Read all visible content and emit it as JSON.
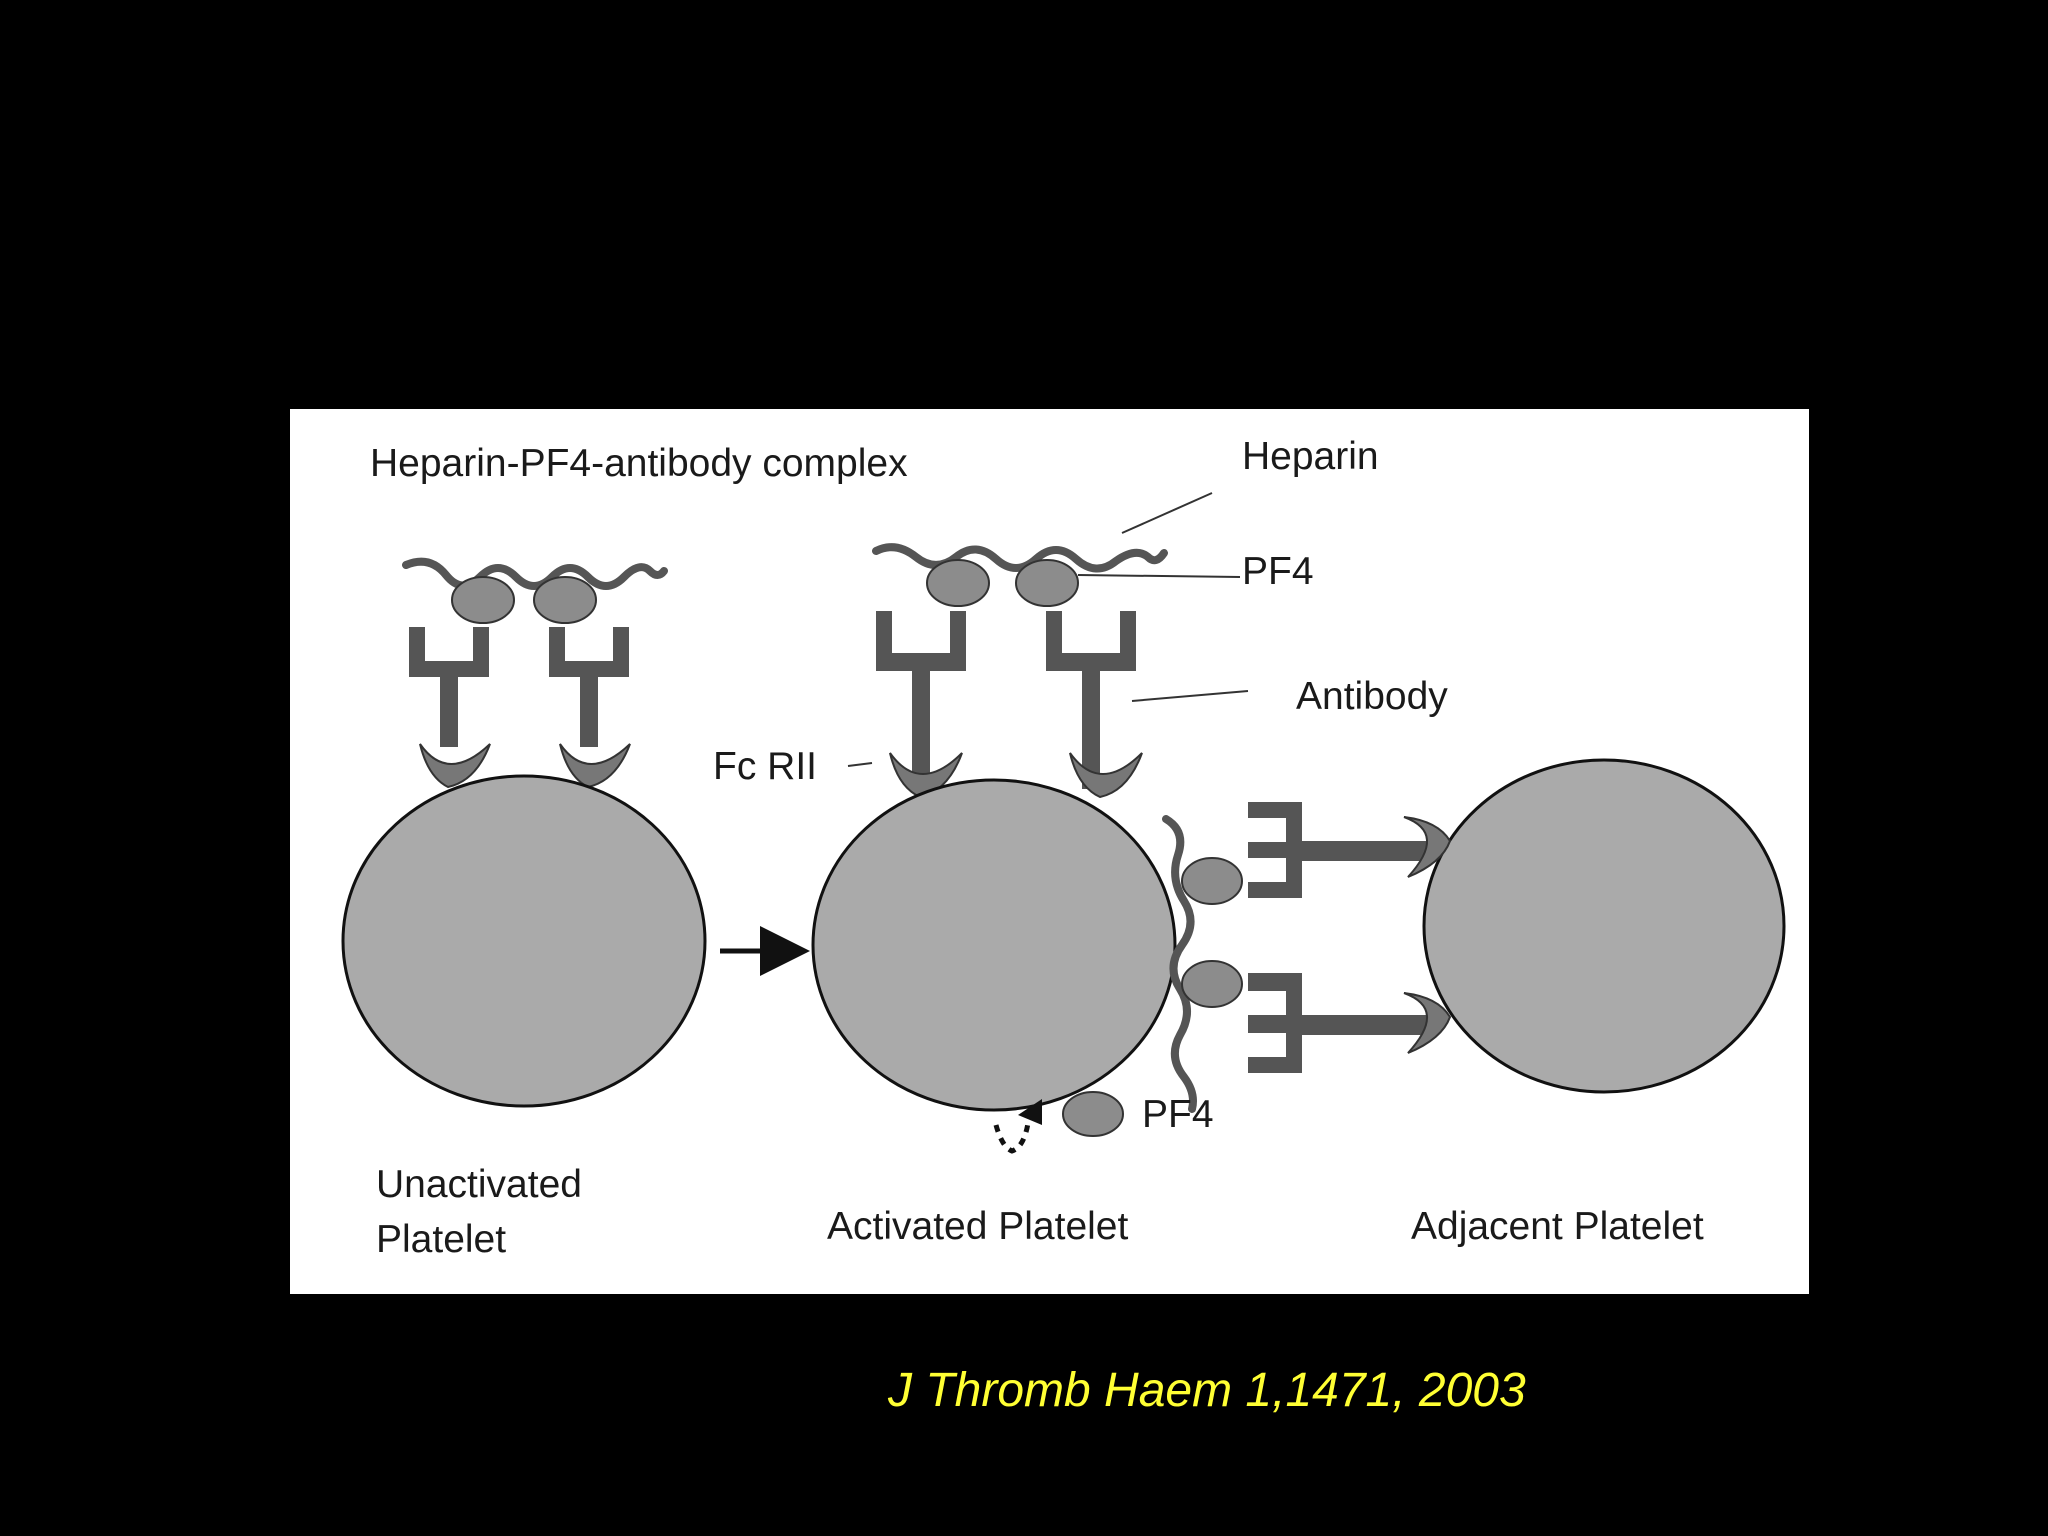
{
  "diagram": {
    "labels": {
      "complex": "Heparin-PF4-antibody complex",
      "heparin": "Heparin",
      "pf4_top": "PF4",
      "antibody": "Antibody",
      "fc_receptor": "Fc RII",
      "pf4_released": "PF4",
      "unactivated_line1": "Unactivated",
      "unactivated_line2": "Platelet",
      "activated": "Activated Platelet",
      "adjacent": "Adjacent Platelet"
    },
    "colors": {
      "platelet_fill": "#aaaaaa",
      "antibody": "#555555",
      "pf4": "#8c8c8c",
      "receptor": "#777777",
      "outline": "#111111",
      "panel_background": "#ffffff",
      "slide_background": "#000000"
    }
  },
  "citation": {
    "text": "J Thromb Haem 1,1471, 2003",
    "color": "#ffff33"
  }
}
